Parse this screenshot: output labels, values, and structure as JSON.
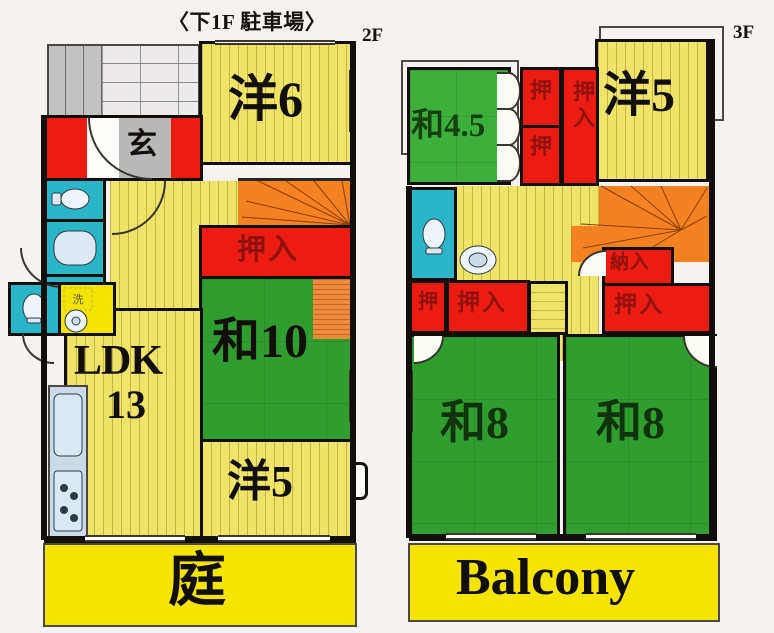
{
  "title_note": "〈下1F 駐車場〉",
  "floors": [
    {
      "tag": "2F",
      "rooms": [
        {
          "name": "洋6",
          "type": "western",
          "size": 6,
          "unit": "帖"
        },
        {
          "name": "和10",
          "type": "japanese",
          "size": 10,
          "unit": "帖"
        },
        {
          "name": "洋5",
          "type": "western",
          "size": 5,
          "unit": "帖"
        },
        {
          "name": "LDK",
          "type": "ldk",
          "size": 13,
          "unit": "帖",
          "size_label": "13"
        },
        {
          "name": "玄",
          "type": "entrance"
        },
        {
          "name": "庭",
          "type": "garden"
        }
      ],
      "closets": [
        {
          "label": "押入"
        }
      ],
      "fixtures": [
        "toilet",
        "bathtub",
        "washbasin",
        "toilet-2",
        "sink",
        "stove",
        "stairs"
      ]
    },
    {
      "tag": "3F",
      "rooms": [
        {
          "name": "和4.5",
          "type": "japanese",
          "size": 4.5,
          "unit": "帖"
        },
        {
          "name": "洋5",
          "type": "western",
          "size": 5,
          "unit": "帖"
        },
        {
          "name": "和8",
          "type": "japanese",
          "size": 8,
          "unit": "帖"
        },
        {
          "name": "和8",
          "type": "japanese",
          "size": 8,
          "unit": "帖"
        },
        {
          "name": "Balcony",
          "type": "balcony"
        }
      ],
      "closets": [
        {
          "label": "押"
        },
        {
          "label": "押"
        },
        {
          "label": "押入"
        },
        {
          "label": "押"
        },
        {
          "label": "押入"
        },
        {
          "label": "納入"
        },
        {
          "label": "押入"
        }
      ],
      "fixtures": [
        "toilet",
        "washbasin",
        "stairs"
      ]
    }
  ],
  "labels": {
    "f2": {
      "yo6": "洋6",
      "wa10": "和10",
      "yo5": "洋5",
      "ldk": "LDK",
      "ldk_size": "13",
      "genkan": "玄",
      "oshiire": "押入",
      "niwa": "庭"
    },
    "f3": {
      "wa45": "和4.5",
      "yo5": "洋5",
      "wa8_a": "和8",
      "wa8_b": "和8",
      "oshi_a": "押",
      "oshi_b": "押",
      "oshiire_v": "押入",
      "oshi_small": "押",
      "oshiire_l": "押入",
      "nando": "納入",
      "oshiire_r": "押入",
      "balcony": "Balcony"
    }
  },
  "floor_tags": {
    "second": "2F",
    "third": "3F"
  },
  "colors": {
    "tatami_green": "#2f9e2f",
    "tatami_green_light": "#3cb03a",
    "wood_yellow": "#f0e36a",
    "flat_yellow": "#f5e400",
    "closet_red": "#ec1c13",
    "stair_orange": "#f58220",
    "water_cyan": "#2bb5c9",
    "wall_black": "#120f0b",
    "entrance_gray": "#b9b9b9",
    "brick_gray": "#eceaea",
    "background": "#f4f3f1"
  }
}
